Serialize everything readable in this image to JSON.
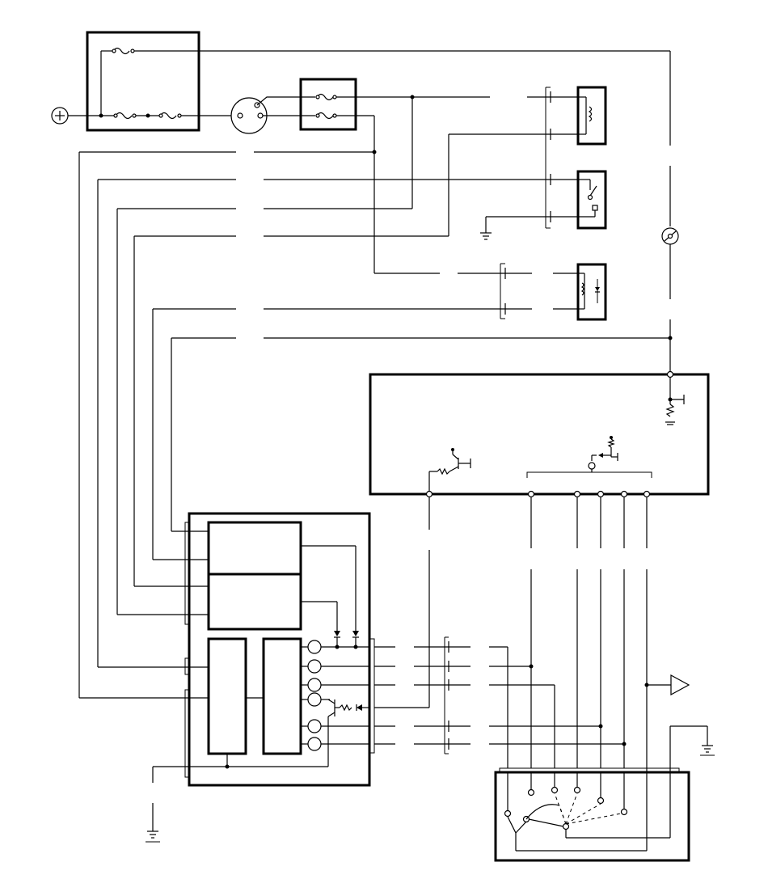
{
  "diagram": {
    "type": "wiring-schematic",
    "text_labels": [],
    "symbols": {
      "battery_terminal": "plus-in-circle",
      "ground": "ground-symbol",
      "output": "triangle-output"
    },
    "components": [
      "fuse-box-main",
      "ignition-switch",
      "fuse-block",
      "relay-coil-1",
      "relay-switch-2",
      "relay-diode-3",
      "indicator-lamp",
      "control-module",
      "sensor-module",
      "multi-position-switch"
    ]
  }
}
